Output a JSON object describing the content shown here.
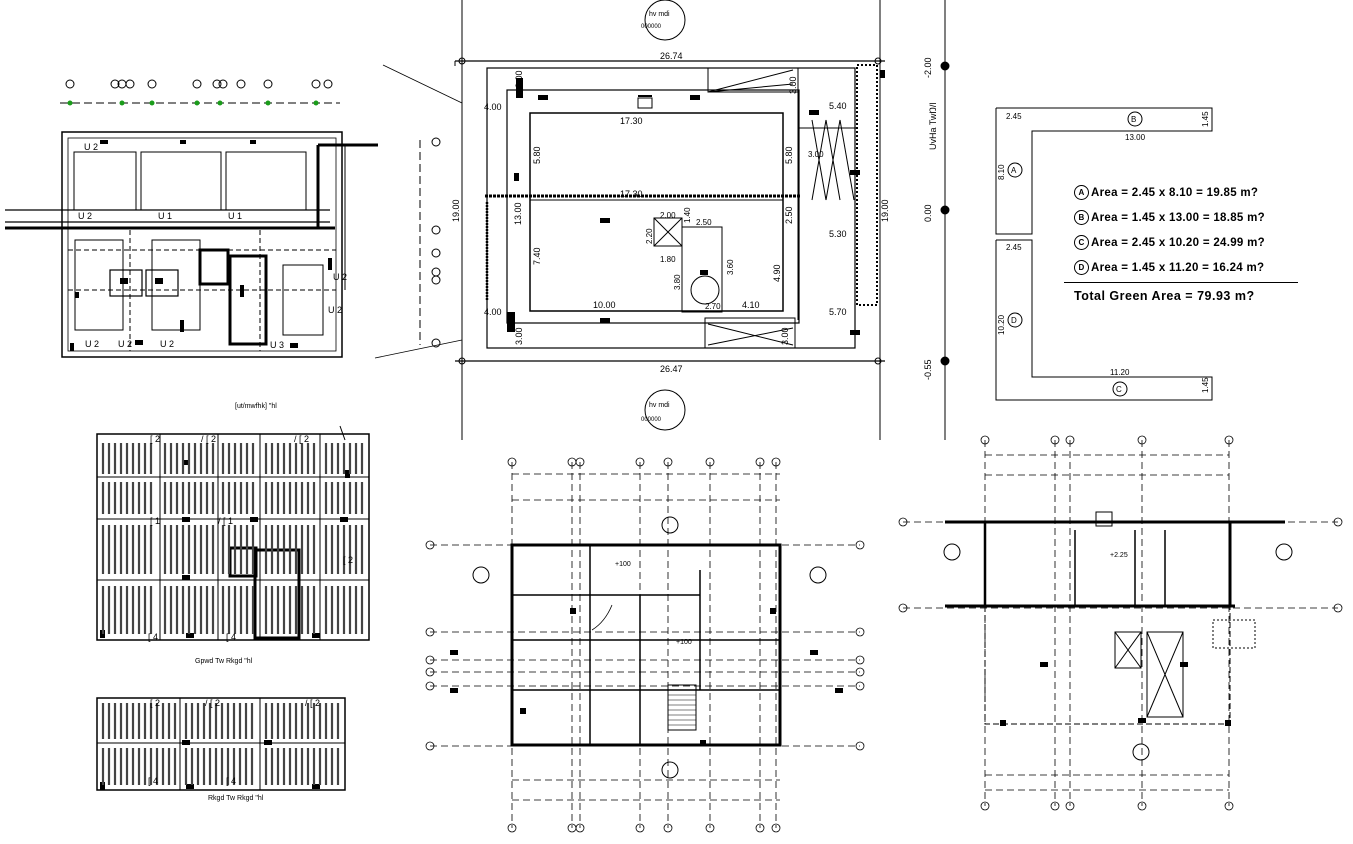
{
  "site_plan": {
    "north_label": "hv mdi",
    "south_label": "hv mdi",
    "north_code": "000000",
    "south_code": "000000",
    "top_width": "26.74",
    "bottom_width": "26.47",
    "inner_top": "17.30",
    "inner_mid": "17.30",
    "right_top": "5.40",
    "right_mid": "5.30",
    "right_bot": "5.70",
    "left_top": "4.00",
    "left_bot": "4.00",
    "height_left": "19.00",
    "height_right": "19.00",
    "dim_3_top": "3.00",
    "dim_3_top_right": "3.00",
    "dim_3_bot": "3.00",
    "dim_3_bot_right": "3.00",
    "dim_580_l": "5.80",
    "dim_580_r": "5.80",
    "dim_1300": "13.00",
    "dim_740": "7.40",
    "dim_250": "2.50",
    "dim_490": "4.90",
    "dim_1000": "10.00",
    "dim_410": "4.10",
    "dim_200": "2.00",
    "dim_250b": "2.50",
    "dim_220": "2.20",
    "dim_180": "1.80",
    "dim_270": "2.70",
    "dim_380": "3.80",
    "dim_360": "3.60",
    "dim_300c": "3.00",
    "dim_140": "1.40"
  },
  "section_axis": {
    "label": "UvHa TwŊ/l",
    "lv_top": "-2.00",
    "lv_mid": "0.00",
    "lv_bot": "-0.55"
  },
  "green_area": {
    "dims": {
      "a_w": "2.45",
      "a_h": "8.10",
      "b_w": "13.00",
      "b_h": "1.45",
      "d_w": "2.45",
      "d_h": "10.20",
      "c_w": "11.20",
      "c_h": "1.45"
    },
    "labels": {
      "a": "A",
      "b": "B",
      "c": "C",
      "d": "D"
    },
    "rows": [
      {
        "key": "A",
        "text": "Area = 2.45 x 8.10 = 19.85 m?"
      },
      {
        "key": "B",
        "text": "Area = 1.45 x 13.00 = 18.85 m?"
      },
      {
        "key": "C",
        "text": "Area = 2.45 x 10.20 = 24.99 m?"
      },
      {
        "key": "D",
        "text": "Area = 1.45 x 11.20 = 16.24 m?"
      }
    ],
    "total": "Total Green Area = 79.93 m?"
  },
  "plans": {
    "foundation_title": "[ut/mwfhk] \"hl",
    "ground_roof_title": "Gpwd Tw Rkgd \"hl",
    "first_roof_title": "Rkgd Tw Rkgd \"hl",
    "foundation_tags": [
      "U 2",
      "U 2",
      "U 1",
      "U 1",
      "U 2",
      "U 2",
      "U 2",
      "U 3",
      "U 2",
      "U 2"
    ],
    "roof_tags": [
      "[ 2",
      "/ [ 2",
      "/ [ 2",
      "[ 1",
      "/ [ 1",
      "[ 2",
      "[ 4",
      "[ 4",
      "[ 2",
      "/ [ 2",
      "/ [ 2",
      "[ 4",
      "[ 4"
    ],
    "ground_level": "+100",
    "ground_level2": "+100",
    "first_level": "+2.25"
  },
  "colors": {
    "ink": "#000000",
    "hatch": "#444444",
    "green_marker": "#1a9c1a"
  }
}
